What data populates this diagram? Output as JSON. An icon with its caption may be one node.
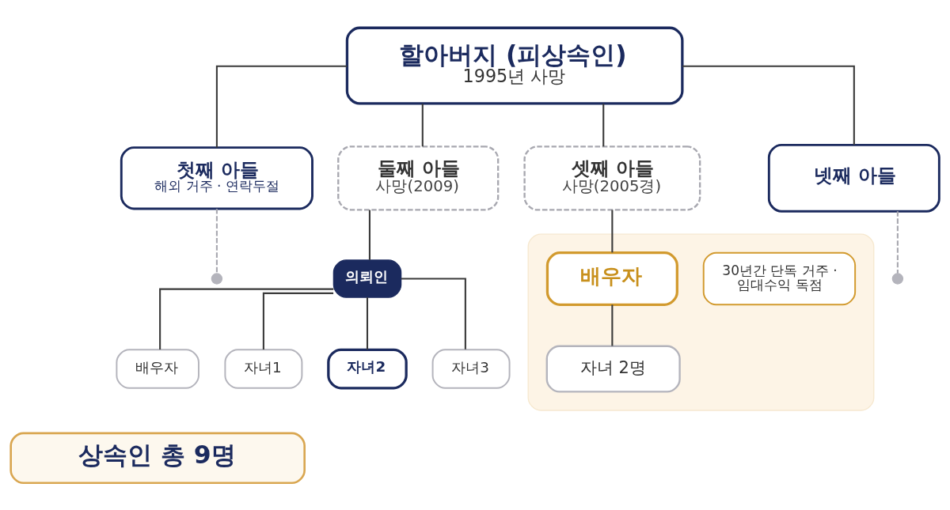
{
  "diagram": {
    "nodes": [
      {
        "text": [
          "할아버지 (피상속인)",
          "1995년 사망"
        ]
      },
      {
        "text": [
          "첫째 아들",
          "해외 거주 · 연락두절"
        ]
      },
      {
        "text": [
          "둘째 아들",
          "사망(2009)"
        ]
      },
      {
        "text": [
          "셋째 아들",
          "사망(2005경)"
        ]
      },
      {
        "text": [
          "넷째 아들"
        ]
      },
      {
        "text": [],
        "shape": "circle"
      },
      {
        "text": [
          "의뢰인"
        ]
      },
      {
        "text": [],
        "shape": "circle"
      },
      {
        "text": [],
        "shape": "box"
      },
      {
        "text": [
          "배우자"
        ]
      },
      {
        "text": [
          "자녀1"
        ]
      },
      {
        "text": [
          "자녀2"
        ]
      },
      {
        "text": [
          "자녀3"
        ]
      },
      {
        "text": [
          "배우자"
        ],
        "in": 8
      },
      {
        "text": [
          "30년간 단독 거주 · 임대수익 독점"
        ],
        "in": 8
      },
      {
        "text": [
          "자녀 2명"
        ],
        "in": 8
      },
      {
        "text": [
          "상속인 총 9명"
        ]
      }
    ],
    "edges": [
      {
        "from": 0,
        "to": 1,
        "arrow": "none"
      },
      {
        "from": 0,
        "to": 2,
        "arrow": "none"
      },
      {
        "from": 0,
        "to": 3,
        "arrow": "none"
      },
      {
        "from": 0,
        "to": 4,
        "arrow": "none"
      },
      {
        "from": 1,
        "to": 5,
        "arrow": "none",
        "style": "dashed",
        "color": "#a8a8b0"
      },
      {
        "from": 2,
        "to": 6,
        "arrow": "none"
      },
      {
        "from": 4,
        "to": 7,
        "arrow": "none",
        "style": "dashed",
        "color": "#a8a8b0"
      },
      {
        "from": 6,
        "to": 9,
        "arrow": "none"
      },
      {
        "from": 6,
        "to": 10,
        "arrow": "none"
      },
      {
        "from": 6,
        "to": 11,
        "arrow": "none"
      },
      {
        "from": 6,
        "to": 12,
        "arrow": "none"
      },
      {
        "from": 3,
        "to": 13,
        "arrow": "none"
      },
      {
        "from": 13,
        "to": 15,
        "arrow": "none"
      }
    ]
  }
}
